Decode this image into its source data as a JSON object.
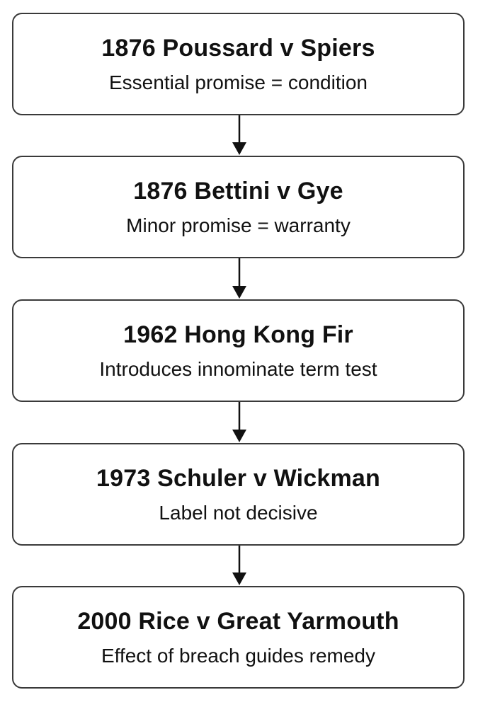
{
  "diagram": {
    "steps": [
      {
        "title": "1876 Poussard v Spiers",
        "desc": "Essential promise = condition"
      },
      {
        "title": "1876 Bettini v Gye",
        "desc": "Minor promise = warranty"
      },
      {
        "title": "1962 Hong Kong Fir",
        "desc": "Introduces innominate term test"
      },
      {
        "title": "1973 Schuler v Wickman",
        "desc": "Label not decisive"
      },
      {
        "title": "2000 Rice v Great Yarmouth",
        "desc": "Effect of breach guides remedy"
      }
    ],
    "colors": {
      "border": "#3a3a3a",
      "text": "#111111",
      "arrow": "#111111",
      "background": "#ffffff"
    }
  }
}
